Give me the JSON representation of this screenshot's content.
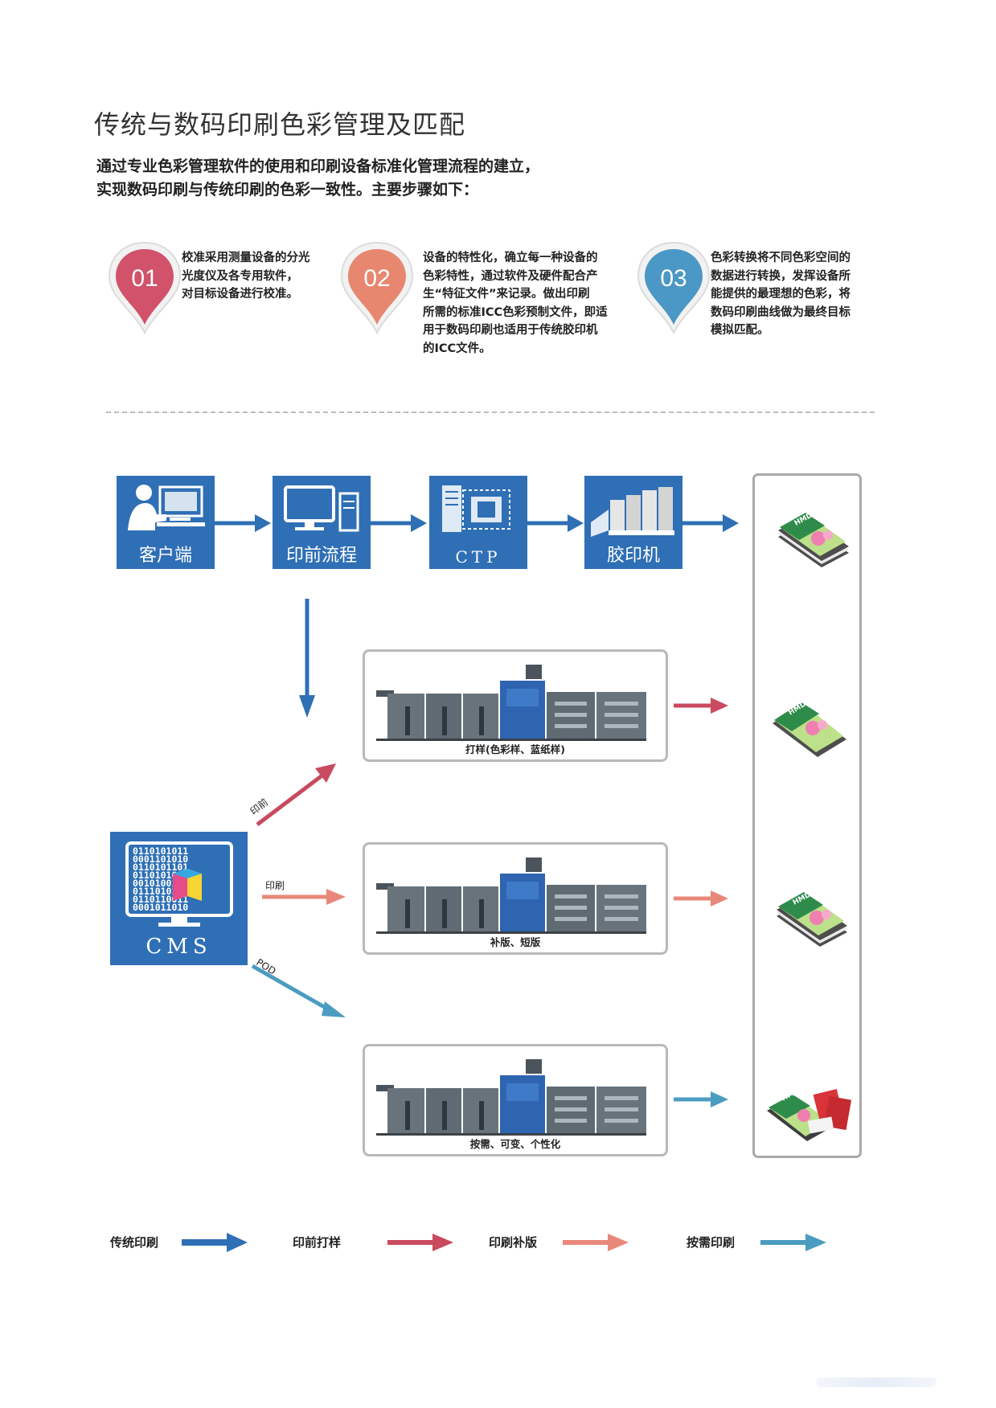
{
  "title": "传统与数码印刷色彩管理及匹配",
  "intro": {
    "line1": "通过专业色彩管理软件的使用和印刷设备标准化管理流程的建立，",
    "line2": "实现数码印刷与传统印刷的色彩一致性。主要步骤如下："
  },
  "steps": [
    {
      "number": "01",
      "color": "#d1526a",
      "lines": [
        "校准采用测量设备的分光",
        "光度仪及各专用软件，",
        "对目标设备进行校准。"
      ]
    },
    {
      "number": "02",
      "color": "#e8876f",
      "lines": [
        "设备的特性化，确立每一种设备的",
        "色彩特性，通过软件及硬件配合产",
        "生“特征文件”来记录。做出印刷",
        "所需的标准ICC色彩预制文件，即适",
        "用于数码印刷也适用于传统胶印机",
        "的ICC文件。"
      ]
    },
    {
      "number": "03",
      "color": "#4b97c5",
      "lines": [
        "色彩转换将不同色彩空间的",
        "数据进行转换，发挥设备所",
        "能提供的最理想的色彩，将",
        "数码印刷曲线做为最终目标",
        "模拟匹配。"
      ]
    }
  ],
  "flow": {
    "boxes": [
      {
        "label": "客户端",
        "icon": "client-computer-icon"
      },
      {
        "label": "印前流程",
        "icon": "prepress-workstation-icon"
      },
      {
        "label": "CTP",
        "icon": "ctp-platesetter-icon"
      },
      {
        "label": "胶印机",
        "icon": "offset-press-icon"
      }
    ],
    "cms_label": "CMS",
    "cms_binary": [
      "0110101011",
      "0001101010",
      "0110101101",
      "0110101011",
      "0010100110",
      "0111010101",
      "0110110011",
      "0001011010"
    ],
    "panels": [
      {
        "caption": "打样(色彩样、蓝纸样)",
        "arrow_color": "#c94a5f"
      },
      {
        "caption": "补版、短版",
        "arrow_color": "#e8887a"
      },
      {
        "caption": "按需、可变、个性化",
        "arrow_color": "#4a9cc0"
      }
    ],
    "arrow_labels": {
      "proof": "印前",
      "print": "印刷",
      "pod": "POD"
    },
    "book_text": "HMDEON"
  },
  "legend": [
    {
      "label": "传统印刷",
      "color": "#2f6fb5"
    },
    {
      "label": "印前打样",
      "color": "#c94a5f"
    },
    {
      "label": "印刷补版",
      "color": "#e8887a"
    },
    {
      "label": "按需印刷",
      "color": "#4a9cc0"
    }
  ],
  "colors": {
    "blue": "#2f6fb5",
    "border": "#b9b9b9"
  }
}
